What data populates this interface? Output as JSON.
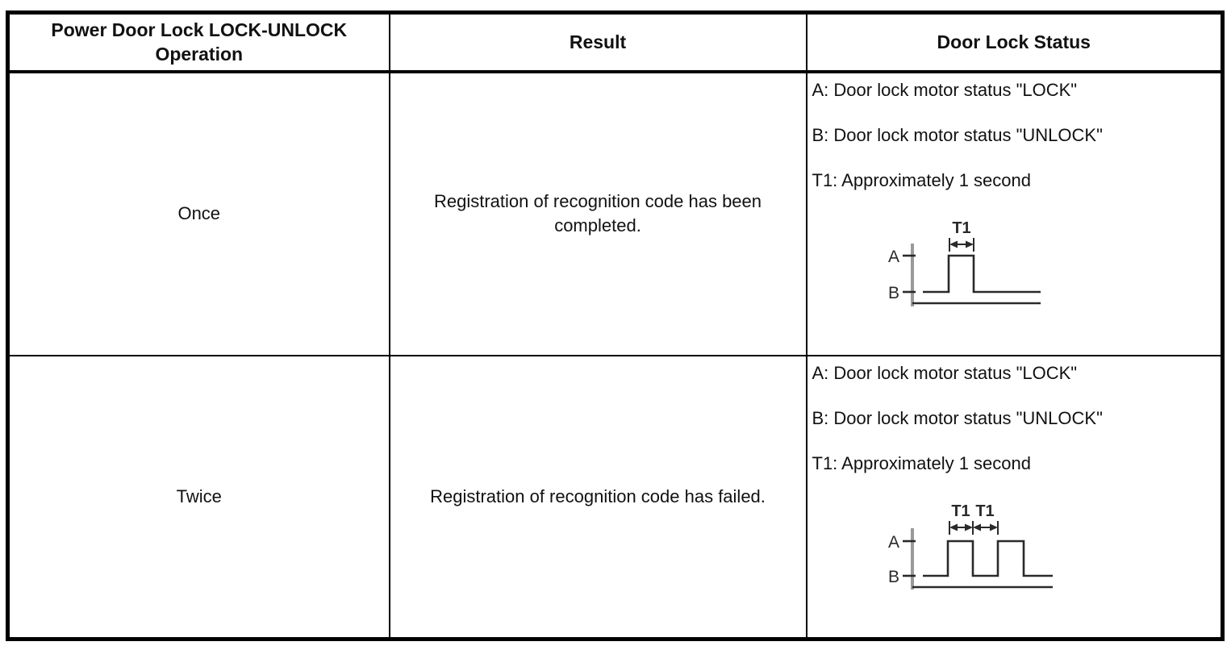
{
  "table": {
    "headers": [
      "Power Door Lock LOCK-UNLOCK Operation",
      "Result",
      "Door Lock Status"
    ],
    "rows": [
      {
        "operation": "Once",
        "result": "Registration of recognition code has been completed.",
        "status_lines": [
          "A: Door lock motor status \"LOCK\"",
          "B: Door lock motor status \"UNLOCK\"",
          "T1: Approximately 1 second"
        ],
        "diagram": {
          "type": "waveform",
          "pulses": 1,
          "high_label": "A",
          "low_label": "B",
          "duration_label": "T1"
        }
      },
      {
        "operation": "Twice",
        "result": "Registration of recognition code has failed.",
        "status_lines": [
          "A: Door lock motor status \"LOCK\"",
          "B: Door lock motor status \"UNLOCK\"",
          "T1: Approximately 1 second"
        ],
        "diagram": {
          "type": "waveform",
          "pulses": 2,
          "high_label": "A",
          "low_label": "B",
          "duration_label_1": "T1",
          "duration_label_2": "T1"
        }
      }
    ]
  },
  "colors": {
    "border": "#000000",
    "text": "#111111",
    "axis_gray": "#9a9a9a"
  }
}
